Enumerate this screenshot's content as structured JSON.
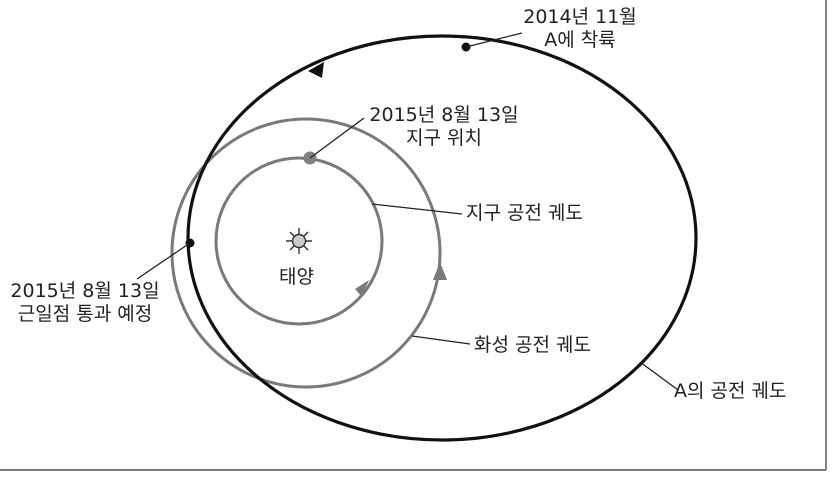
{
  "labels": {
    "landing": {
      "line1": "2014년 11월",
      "line2": "A에 착륙"
    },
    "earth_position": {
      "line1": "2015년 8월 13일",
      "line2": "지구 위치"
    },
    "earth_orbit": "지구 공전 궤도",
    "sun": "태양",
    "perihelion": {
      "line1": "2015년 8월 13일",
      "line2": "근일점 통과 예정"
    },
    "mars_orbit": "화성 공전 궤도",
    "comet_orbit": "A의 공전 궤도"
  },
  "colors": {
    "comet_orbit": "#111111",
    "planet_orbits": "#7a7a7a",
    "earth_marker": "#808080",
    "sun_fill": "#cccccc"
  }
}
